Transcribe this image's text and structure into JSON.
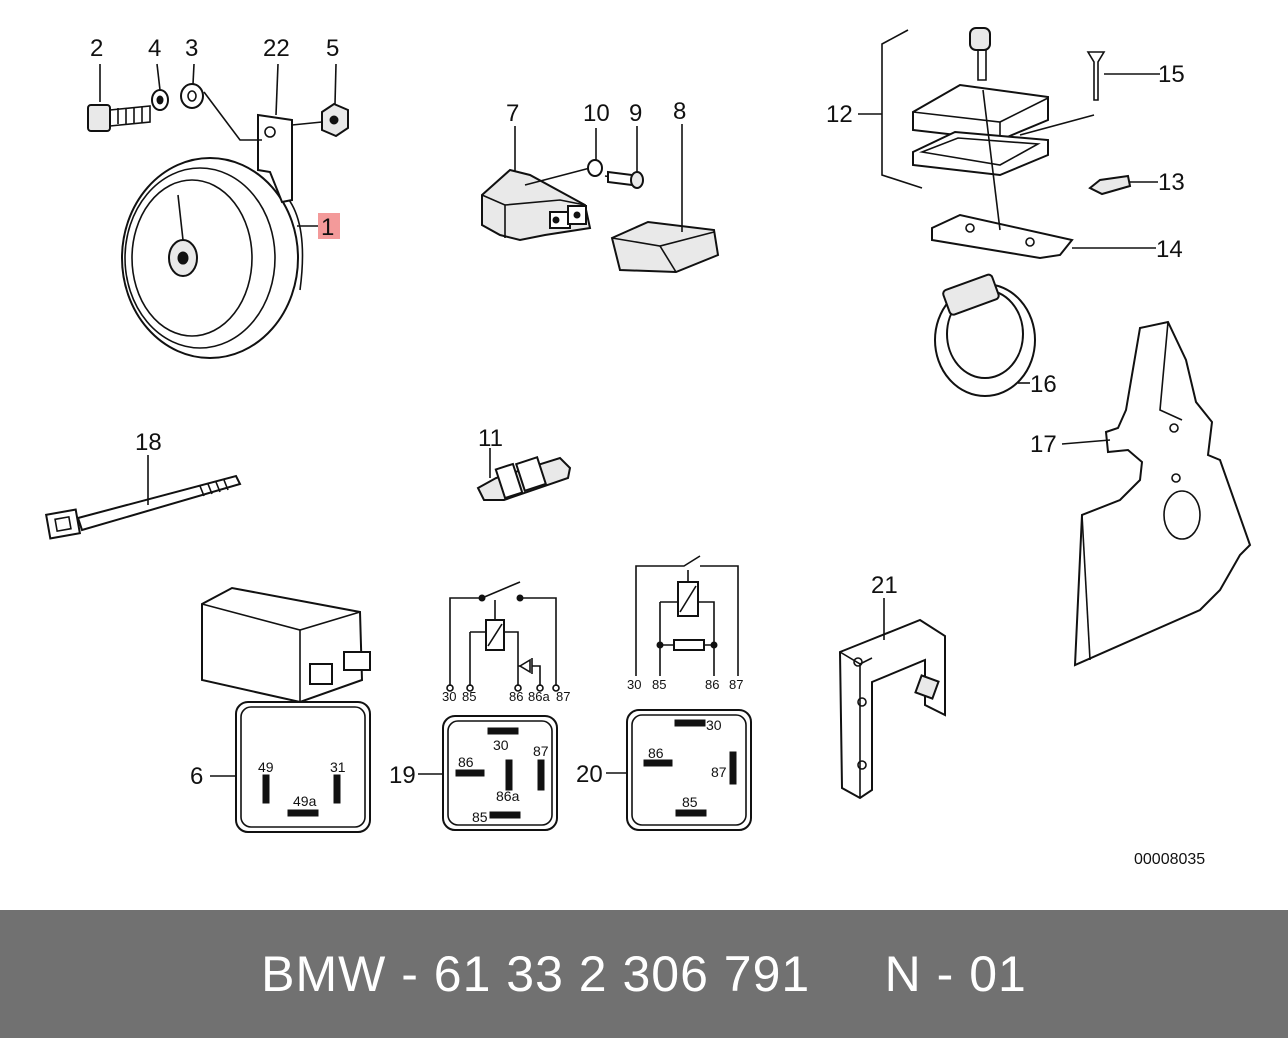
{
  "diagram": {
    "callouts": {
      "c1": "1",
      "c2": "2",
      "c3": "3",
      "c4": "4",
      "c5": "5",
      "c6": "6",
      "c7": "7",
      "c8": "8",
      "c9": "9",
      "c10": "10",
      "c11": "11",
      "c12": "12",
      "c13": "13",
      "c14": "14",
      "c15": "15",
      "c16": "16",
      "c17": "17",
      "c18": "18",
      "c19": "19",
      "c20": "20",
      "c21": "21",
      "c22": "22"
    },
    "highlight_color": "#f39a9a",
    "relay6": {
      "p49": "49",
      "p31": "31",
      "p49a": "49a"
    },
    "relay19": {
      "schematic": {
        "t30": "30",
        "t85": "85",
        "t86": "86",
        "t86a": "86a",
        "t87": "87"
      },
      "face": {
        "p30": "30",
        "p86": "86",
        "p87": "87",
        "p86a": "86a",
        "p85": "85"
      }
    },
    "relay20": {
      "schematic": {
        "t30": "30",
        "t85": "85",
        "t86": "86",
        "t87": "87"
      },
      "face": {
        "p30": "30",
        "p86": "86",
        "p87": "87",
        "p85": "85"
      }
    },
    "drawing_number": "00008035"
  },
  "footer": {
    "text": "BMW - 61 33 2 306 791     N - 01",
    "background": "#717171"
  }
}
